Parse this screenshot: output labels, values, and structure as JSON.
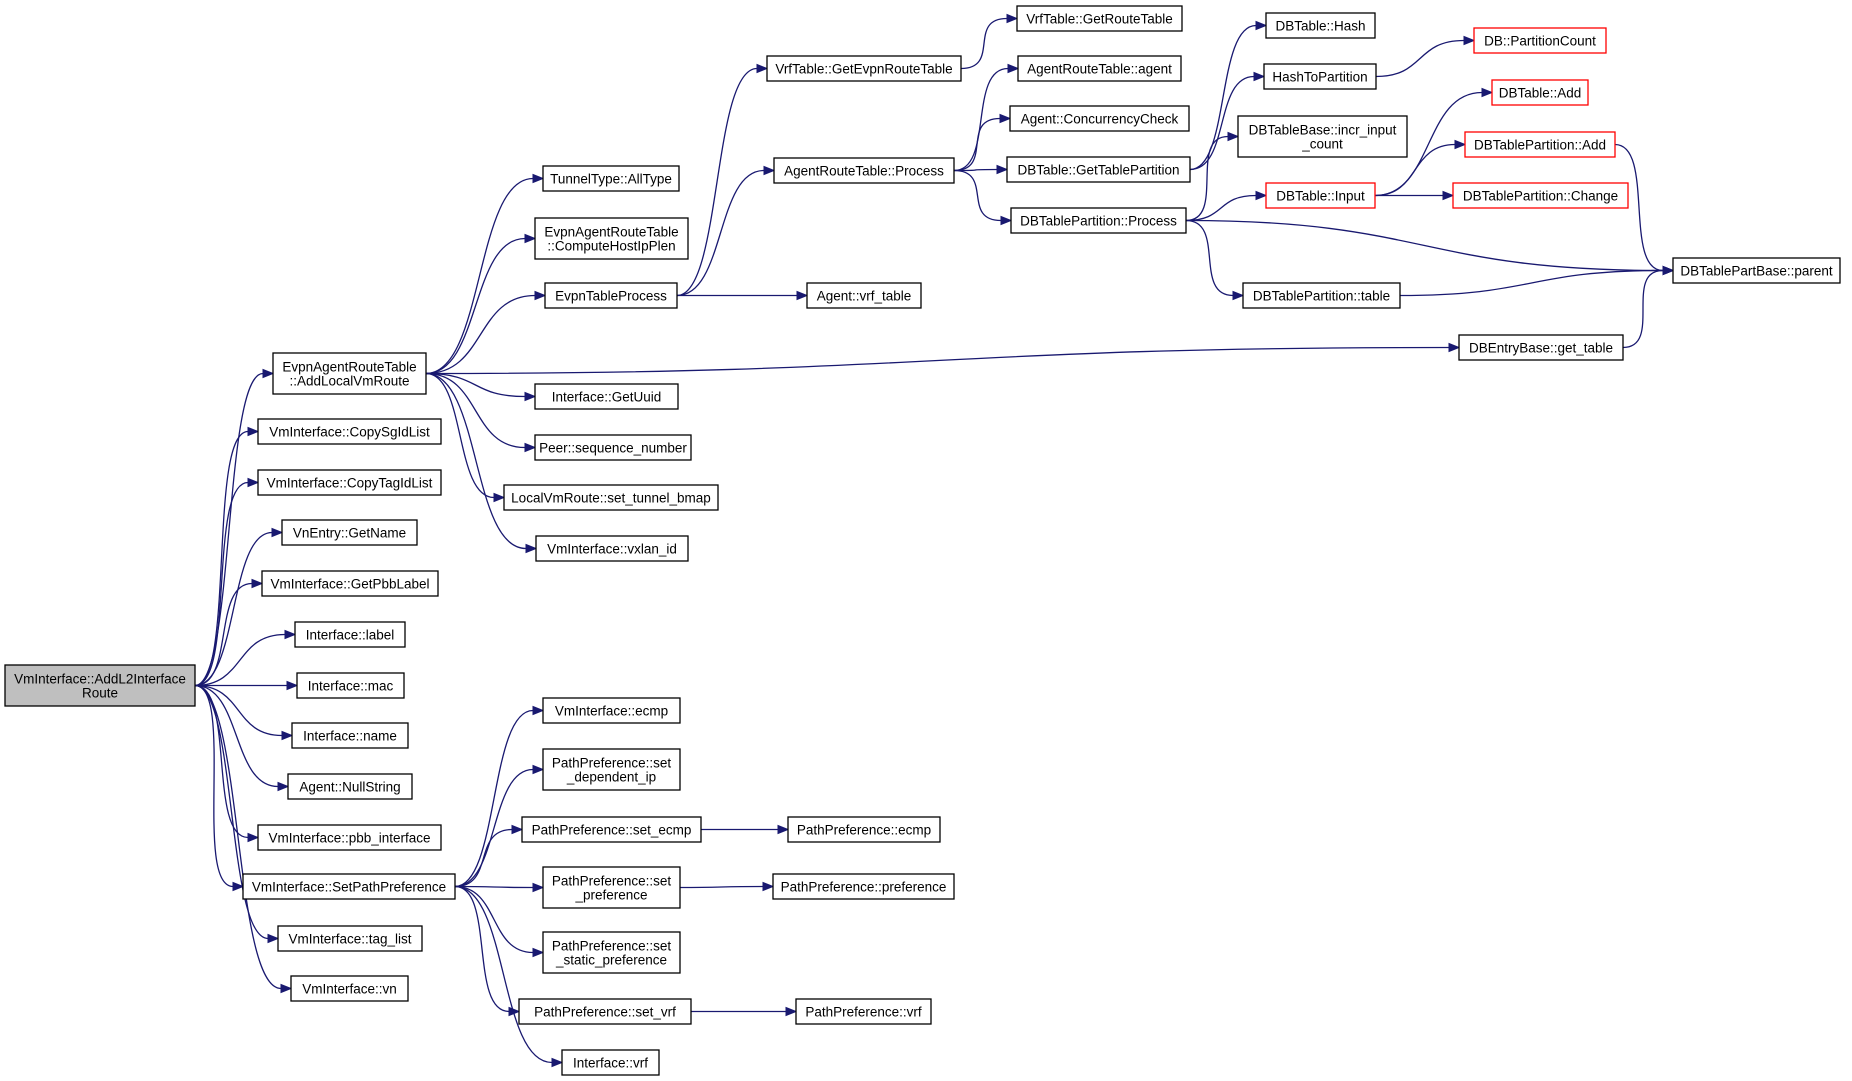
{
  "graph": {
    "edge_color": "#191970",
    "root_fill": "#bfbfbf",
    "truncated_border": "#ff0000",
    "nodes": [
      {
        "id": "root",
        "lines": [
          "VmInterface::AddL2Interface",
          "Route"
        ],
        "style": "root"
      },
      {
        "id": "evpn_add",
        "lines": [
          "EvpnAgentRouteTable",
          "::AddLocalVmRoute"
        ]
      },
      {
        "id": "copy_sg",
        "lines": [
          "VmInterface::CopySgIdList"
        ]
      },
      {
        "id": "copy_tag",
        "lines": [
          "VmInterface::CopyTagIdList"
        ]
      },
      {
        "id": "vn_getname",
        "lines": [
          "VnEntry::GetName"
        ]
      },
      {
        "id": "get_pbb",
        "lines": [
          "VmInterface::GetPbbLabel"
        ]
      },
      {
        "id": "if_label",
        "lines": [
          "Interface::label"
        ]
      },
      {
        "id": "if_mac",
        "lines": [
          "Interface::mac"
        ]
      },
      {
        "id": "if_name",
        "lines": [
          "Interface::name"
        ]
      },
      {
        "id": "null_string",
        "lines": [
          "Agent::NullString"
        ]
      },
      {
        "id": "pbb_if",
        "lines": [
          "VmInterface::pbb_interface"
        ]
      },
      {
        "id": "set_pp",
        "lines": [
          "VmInterface::SetPathPreference"
        ]
      },
      {
        "id": "tag_list",
        "lines": [
          "VmInterface::tag_list"
        ]
      },
      {
        "id": "vmi_vn",
        "lines": [
          "VmInterface::vn"
        ]
      },
      {
        "id": "tunnel_all",
        "lines": [
          "TunnelType::AllType"
        ]
      },
      {
        "id": "compute_host",
        "lines": [
          "EvpnAgentRouteTable",
          "::ComputeHostIpPlen"
        ]
      },
      {
        "id": "evpn_proc",
        "lines": [
          "EvpnTableProcess"
        ]
      },
      {
        "id": "get_uuid",
        "lines": [
          "Interface::GetUuid"
        ]
      },
      {
        "id": "peer_seq",
        "lines": [
          "Peer::sequence_number"
        ]
      },
      {
        "id": "lvm_tunnel",
        "lines": [
          "LocalVmRoute::set_tunnel_bmap"
        ]
      },
      {
        "id": "vxlan_id",
        "lines": [
          "VmInterface::vxlan_id"
        ]
      },
      {
        "id": "vmi_ecmp",
        "lines": [
          "VmInterface::ecmp"
        ]
      },
      {
        "id": "pp_dep_ip",
        "lines": [
          "PathPreference::set",
          "_dependent_ip"
        ]
      },
      {
        "id": "pp_set_ecmp",
        "lines": [
          "PathPreference::set_ecmp"
        ]
      },
      {
        "id": "pp_set_pref",
        "lines": [
          "PathPreference::set",
          "_preference"
        ]
      },
      {
        "id": "pp_set_static",
        "lines": [
          "PathPreference::set",
          "_static_preference"
        ]
      },
      {
        "id": "pp_set_vrf",
        "lines": [
          "PathPreference::set_vrf"
        ]
      },
      {
        "id": "if_vrf",
        "lines": [
          "Interface::vrf"
        ]
      },
      {
        "id": "pp_ecmp",
        "lines": [
          "PathPreference::ecmp"
        ]
      },
      {
        "id": "pp_pref",
        "lines": [
          "PathPreference::preference"
        ]
      },
      {
        "id": "pp_vrf",
        "lines": [
          "PathPreference::vrf"
        ]
      },
      {
        "id": "vrf_get_evpn",
        "lines": [
          "VrfTable::GetEvpnRouteTable"
        ]
      },
      {
        "id": "art_process",
        "lines": [
          "AgentRouteTable::Process"
        ]
      },
      {
        "id": "agent_vrf_table",
        "lines": [
          "Agent::vrf_table"
        ]
      },
      {
        "id": "vrf_get_route",
        "lines": [
          "VrfTable::GetRouteTable"
        ]
      },
      {
        "id": "art_agent",
        "lines": [
          "AgentRouteTable::agent"
        ]
      },
      {
        "id": "agent_conc",
        "lines": [
          "Agent::ConcurrencyCheck"
        ]
      },
      {
        "id": "dbt_get_part",
        "lines": [
          "DBTable::GetTablePartition"
        ]
      },
      {
        "id": "dbtp_process",
        "lines": [
          "DBTablePartition::Process"
        ]
      },
      {
        "id": "dbt_hash",
        "lines": [
          "DBTable::Hash"
        ]
      },
      {
        "id": "hash_to_part",
        "lines": [
          "HashToPartition"
        ]
      },
      {
        "id": "dbtb_incr",
        "lines": [
          "DBTableBase::incr_input",
          "_count"
        ]
      },
      {
        "id": "dbt_input",
        "lines": [
          "DBTable::Input"
        ],
        "style": "truncated"
      },
      {
        "id": "dbtp_table",
        "lines": [
          "DBTablePartition::table"
        ]
      },
      {
        "id": "db_part_count",
        "lines": [
          "DB::PartitionCount"
        ],
        "style": "truncated"
      },
      {
        "id": "dbt_add",
        "lines": [
          "DBTable::Add"
        ],
        "style": "truncated"
      },
      {
        "id": "dbtp_add",
        "lines": [
          "DBTablePartition::Add"
        ],
        "style": "truncated"
      },
      {
        "id": "dbtp_change",
        "lines": [
          "DBTablePartition::Change"
        ],
        "style": "truncated"
      },
      {
        "id": "dbpb_parent",
        "lines": [
          "DBTablePartBase::parent"
        ]
      },
      {
        "id": "dbeb_get_table",
        "lines": [
          "DBEntryBase::get_table"
        ]
      }
    ],
    "edges": [
      [
        "root",
        "evpn_add"
      ],
      [
        "root",
        "copy_sg"
      ],
      [
        "root",
        "copy_tag"
      ],
      [
        "root",
        "vn_getname"
      ],
      [
        "root",
        "get_pbb"
      ],
      [
        "root",
        "if_label"
      ],
      [
        "root",
        "if_mac"
      ],
      [
        "root",
        "if_name"
      ],
      [
        "root",
        "null_string"
      ],
      [
        "root",
        "pbb_if"
      ],
      [
        "root",
        "set_pp"
      ],
      [
        "root",
        "tag_list"
      ],
      [
        "root",
        "vmi_vn"
      ],
      [
        "evpn_add",
        "tunnel_all"
      ],
      [
        "evpn_add",
        "compute_host"
      ],
      [
        "evpn_add",
        "evpn_proc"
      ],
      [
        "evpn_add",
        "dbeb_get_table"
      ],
      [
        "evpn_add",
        "get_uuid"
      ],
      [
        "evpn_add",
        "peer_seq"
      ],
      [
        "evpn_add",
        "lvm_tunnel"
      ],
      [
        "evpn_add",
        "vxlan_id"
      ],
      [
        "evpn_proc",
        "vrf_get_evpn"
      ],
      [
        "evpn_proc",
        "art_process"
      ],
      [
        "evpn_proc",
        "agent_vrf_table"
      ],
      [
        "vrf_get_evpn",
        "vrf_get_route"
      ],
      [
        "art_process",
        "art_agent"
      ],
      [
        "art_process",
        "agent_conc"
      ],
      [
        "art_process",
        "dbt_get_part"
      ],
      [
        "art_process",
        "dbtp_process"
      ],
      [
        "dbt_get_part",
        "dbt_hash"
      ],
      [
        "dbt_get_part",
        "hash_to_part"
      ],
      [
        "hash_to_part",
        "db_part_count"
      ],
      [
        "dbtp_process",
        "dbtb_incr"
      ],
      [
        "dbtp_process",
        "dbt_input"
      ],
      [
        "dbtp_process",
        "dbtp_table"
      ],
      [
        "dbtp_process",
        "dbpb_parent"
      ],
      [
        "dbt_input",
        "dbt_add"
      ],
      [
        "dbt_input",
        "dbtp_add"
      ],
      [
        "dbt_input",
        "dbtp_change"
      ],
      [
        "dbtp_add",
        "dbpb_parent"
      ],
      [
        "dbtp_table",
        "dbpb_parent"
      ],
      [
        "dbeb_get_table",
        "dbpb_parent"
      ],
      [
        "set_pp",
        "vmi_ecmp"
      ],
      [
        "set_pp",
        "pp_dep_ip"
      ],
      [
        "set_pp",
        "pp_set_ecmp"
      ],
      [
        "set_pp",
        "pp_set_pref"
      ],
      [
        "set_pp",
        "pp_set_static"
      ],
      [
        "set_pp",
        "pp_set_vrf"
      ],
      [
        "set_pp",
        "if_vrf"
      ],
      [
        "pp_set_ecmp",
        "pp_ecmp"
      ],
      [
        "pp_set_pref",
        "pp_pref"
      ],
      [
        "pp_set_vrf",
        "pp_vrf"
      ]
    ]
  }
}
